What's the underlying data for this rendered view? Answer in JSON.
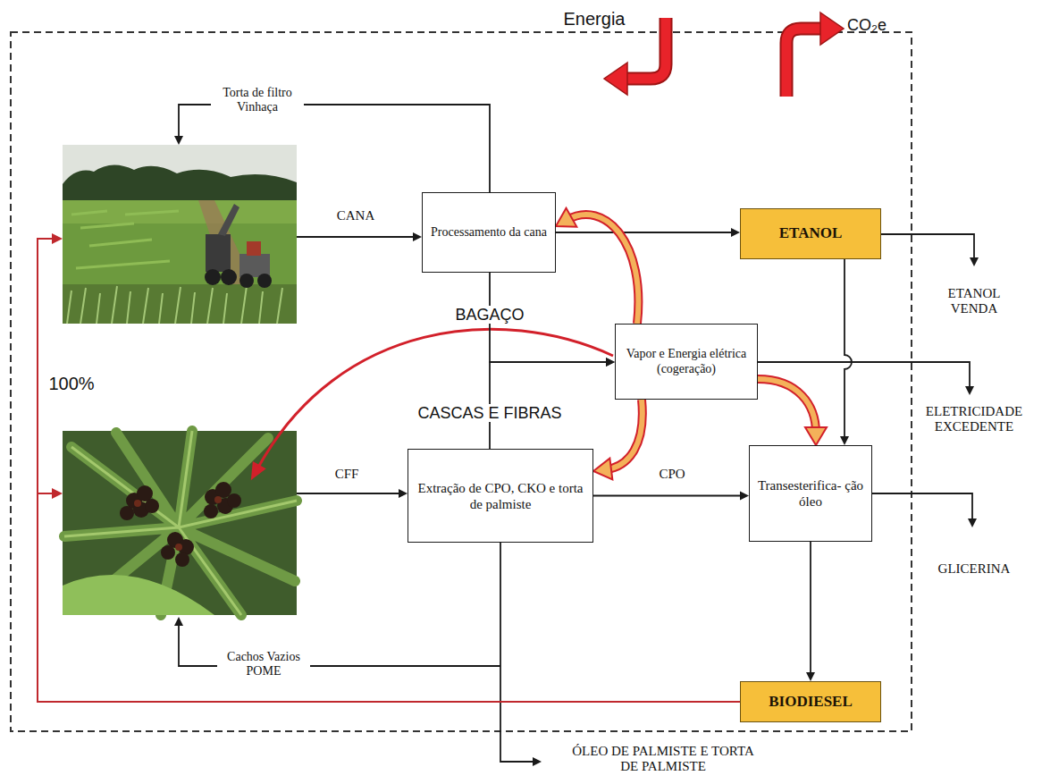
{
  "diagram": {
    "nodes": [
      {
        "text": [
          "Processamento da cana"
        ]
      },
      {
        "text": [
          "ETANOL"
        ]
      },
      {
        "text": [
          "Vapor e Energia elétrica (cogeração)"
        ]
      },
      {
        "text": [
          "Extração de CPO, CKO e torta de palmiste"
        ]
      },
      {
        "text": [
          "Transesterifica- ção óleo"
        ]
      },
      {
        "text": [
          "BIODIESEL"
        ]
      }
    ],
    "edges": [
      {
        "from": 0,
        "to": 1,
        "arrow": "to"
      },
      {
        "from": 1,
        "to": 4,
        "arrow": "to"
      },
      {
        "from": 0,
        "to": 2,
        "label": "BAGAÇO",
        "arrow": "to"
      },
      {
        "from": 3,
        "to": 2,
        "label": "CASCAS E FIBRAS",
        "arrow": "to"
      },
      {
        "from": 3,
        "to": 4,
        "label": "CPO",
        "arrow": "to"
      },
      {
        "from": 4,
        "to": 5,
        "arrow": "to"
      },
      {
        "from": 2,
        "to": 0,
        "arrow": "to"
      },
      {
        "from": 2,
        "to": 3,
        "arrow": "to"
      },
      {
        "from": 2,
        "to": 4,
        "arrow": "to"
      }
    ],
    "labels": [
      "Energia",
      "CO₂e",
      "Torta de filtro Vinhaça",
      "CANA",
      "100%",
      "CFF",
      "Cachos Vazios POME",
      "ETANOL VENDA",
      "ELETRICIDADE EXCEDENTE",
      "GLICERINA",
      "ÓLEO DE PALMISTE E TORTA DE PALMISTE"
    ]
  }
}
